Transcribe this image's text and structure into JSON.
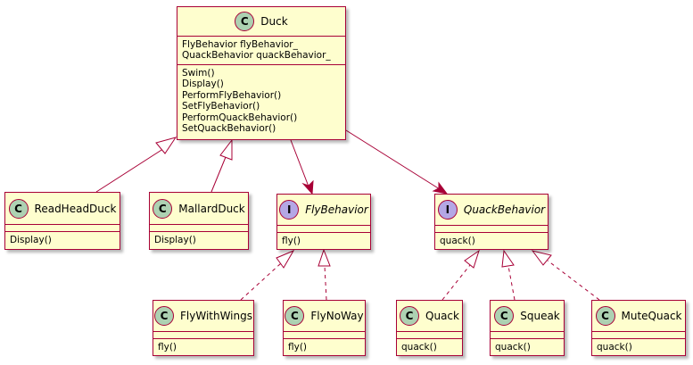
{
  "diagram": {
    "classes": {
      "duck": {
        "kind": "C",
        "name": "Duck",
        "fields": [
          "FlyBehavior flyBehavior_",
          "QuackBehavior quackBehavior_"
        ],
        "methods": [
          "Swim()",
          "Display()",
          "PerformFlyBehavior()",
          "SetFlyBehavior()",
          "PerformQuackBehavior()",
          "SetQuackBehavior()"
        ]
      },
      "readheadduck": {
        "kind": "C",
        "name": "ReadHeadDuck",
        "fields": [],
        "methods": [
          "Display()"
        ]
      },
      "mallardduck": {
        "kind": "C",
        "name": "MallardDuck",
        "fields": [],
        "methods": [
          "Display()"
        ]
      },
      "flybehavior": {
        "kind": "I",
        "name": "FlyBehavior",
        "fields": [],
        "methods": [
          "fly()"
        ]
      },
      "quackbehavior": {
        "kind": "I",
        "name": "QuackBehavior",
        "fields": [],
        "methods": [
          "quack()"
        ]
      },
      "flywithwings": {
        "kind": "C",
        "name": "FlyWithWings",
        "fields": [],
        "methods": [
          "fly()"
        ]
      },
      "flynoway": {
        "kind": "C",
        "name": "FlyNoWay",
        "fields": [],
        "methods": [
          "fly()"
        ]
      },
      "quack": {
        "kind": "C",
        "name": "Quack",
        "fields": [],
        "methods": [
          "quack()"
        ]
      },
      "squeak": {
        "kind": "C",
        "name": "Squeak",
        "fields": [],
        "methods": [
          "quack()"
        ]
      },
      "mutequack": {
        "kind": "C",
        "name": "MuteQuack",
        "fields": [],
        "methods": [
          "quack()"
        ]
      }
    },
    "relations": [
      {
        "from": "readheadduck",
        "to": "duck",
        "type": "extends"
      },
      {
        "from": "mallardduck",
        "to": "duck",
        "type": "extends"
      },
      {
        "from": "duck",
        "to": "flybehavior",
        "type": "association"
      },
      {
        "from": "duck",
        "to": "quackbehavior",
        "type": "association"
      },
      {
        "from": "flywithwings",
        "to": "flybehavior",
        "type": "implements"
      },
      {
        "from": "flynoway",
        "to": "flybehavior",
        "type": "implements"
      },
      {
        "from": "quack",
        "to": "quackbehavior",
        "type": "implements"
      },
      {
        "from": "squeak",
        "to": "quackbehavior",
        "type": "implements"
      },
      {
        "from": "mutequack",
        "to": "quackbehavior",
        "type": "implements"
      }
    ],
    "colors": {
      "box_fill": "#FEFECE",
      "border": "#A80036",
      "class_marker": "#ADD1B2",
      "interface_marker": "#B4A7E5"
    }
  }
}
